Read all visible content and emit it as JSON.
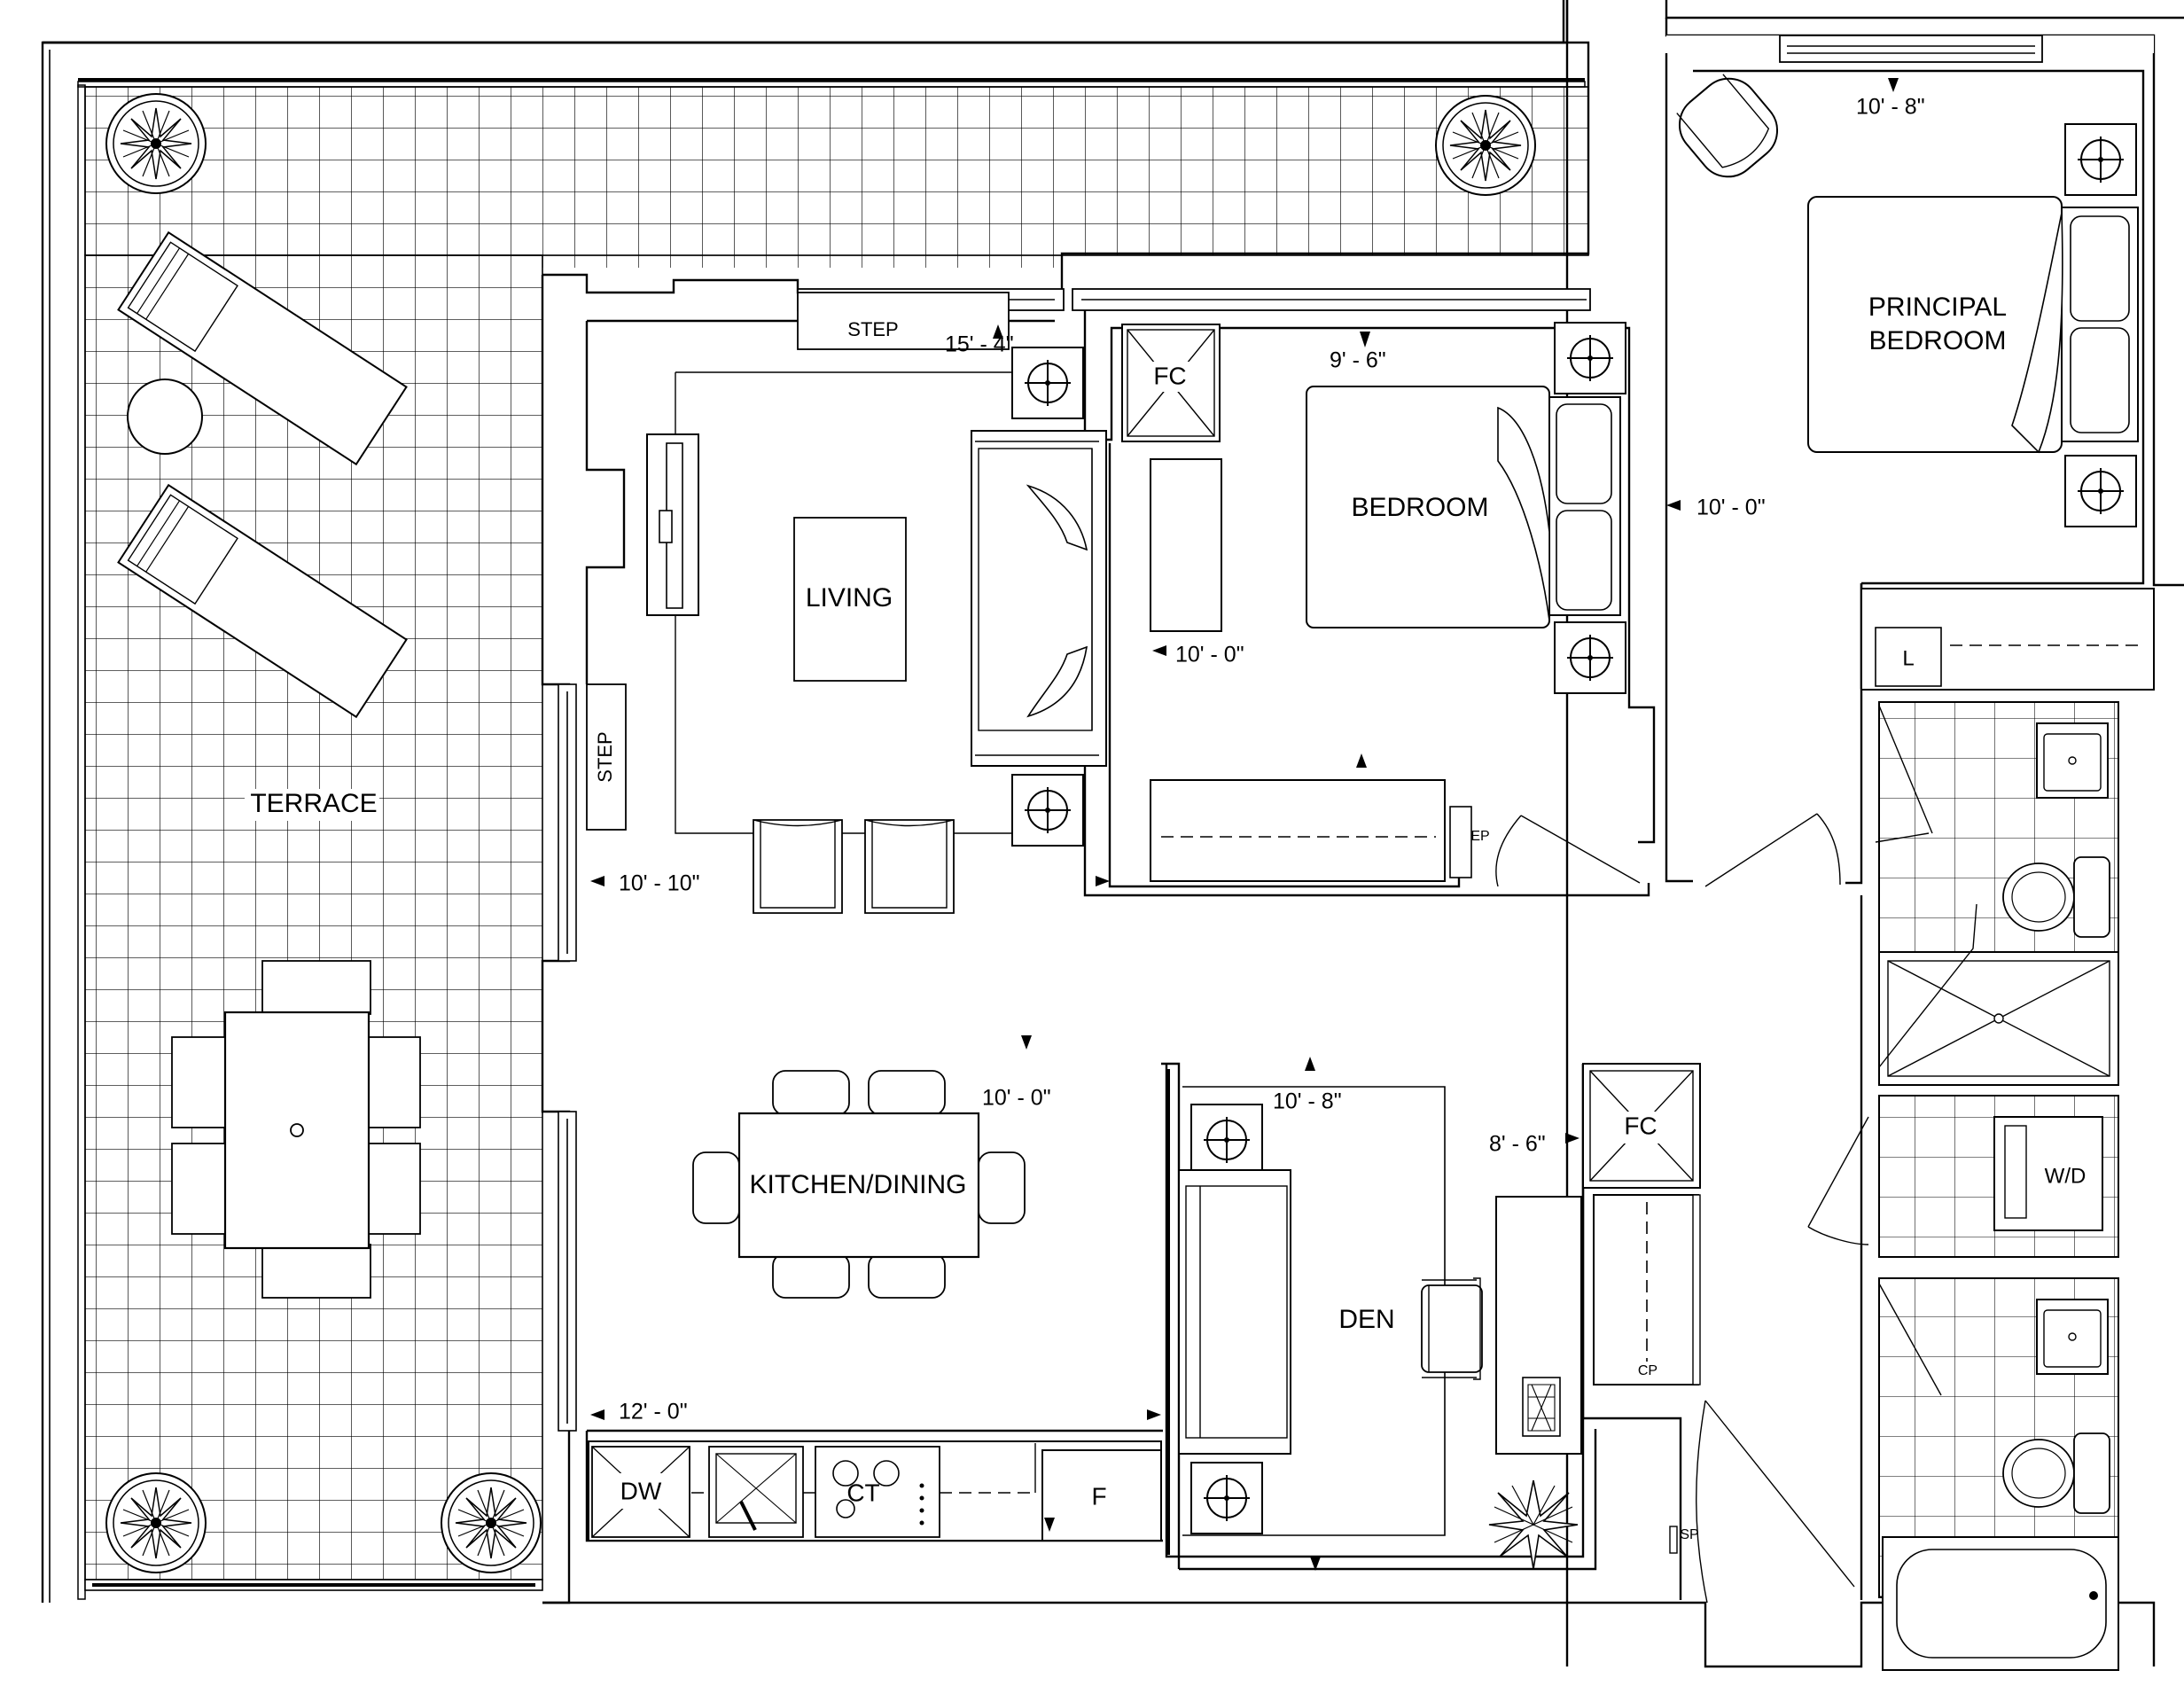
{
  "rooms": {
    "terrace": "TERRACE",
    "living": "LIVING",
    "bedroom": "BEDROOM",
    "principal_bedroom_line1": "PRINCIPAL",
    "principal_bedroom_line2": "BEDROOM",
    "kitchen_dining": "KITCHEN/DINING",
    "den": "DEN"
  },
  "fixtures": {
    "step": "STEP",
    "fc": "FC",
    "l": "L",
    "ep": "EP",
    "wd": "W/D",
    "dw": "DW",
    "ct": "CT",
    "f": "F",
    "cp": "CP",
    "sp": "SP"
  },
  "dimensions": {
    "principal_width": "10' - 8\"",
    "principal_depth": "10' - 0\"",
    "living_width": "15' - 4\"",
    "bedroom_width": "9' - 6\"",
    "bedroom_depth": "10' - 0\"",
    "living_depth": "10' - 10\"",
    "kitchen_height": "10' - 0\"",
    "den_width": "10' - 8\"",
    "den_depth": "8' - 6\"",
    "kitchen_width": "12' - 0\""
  }
}
